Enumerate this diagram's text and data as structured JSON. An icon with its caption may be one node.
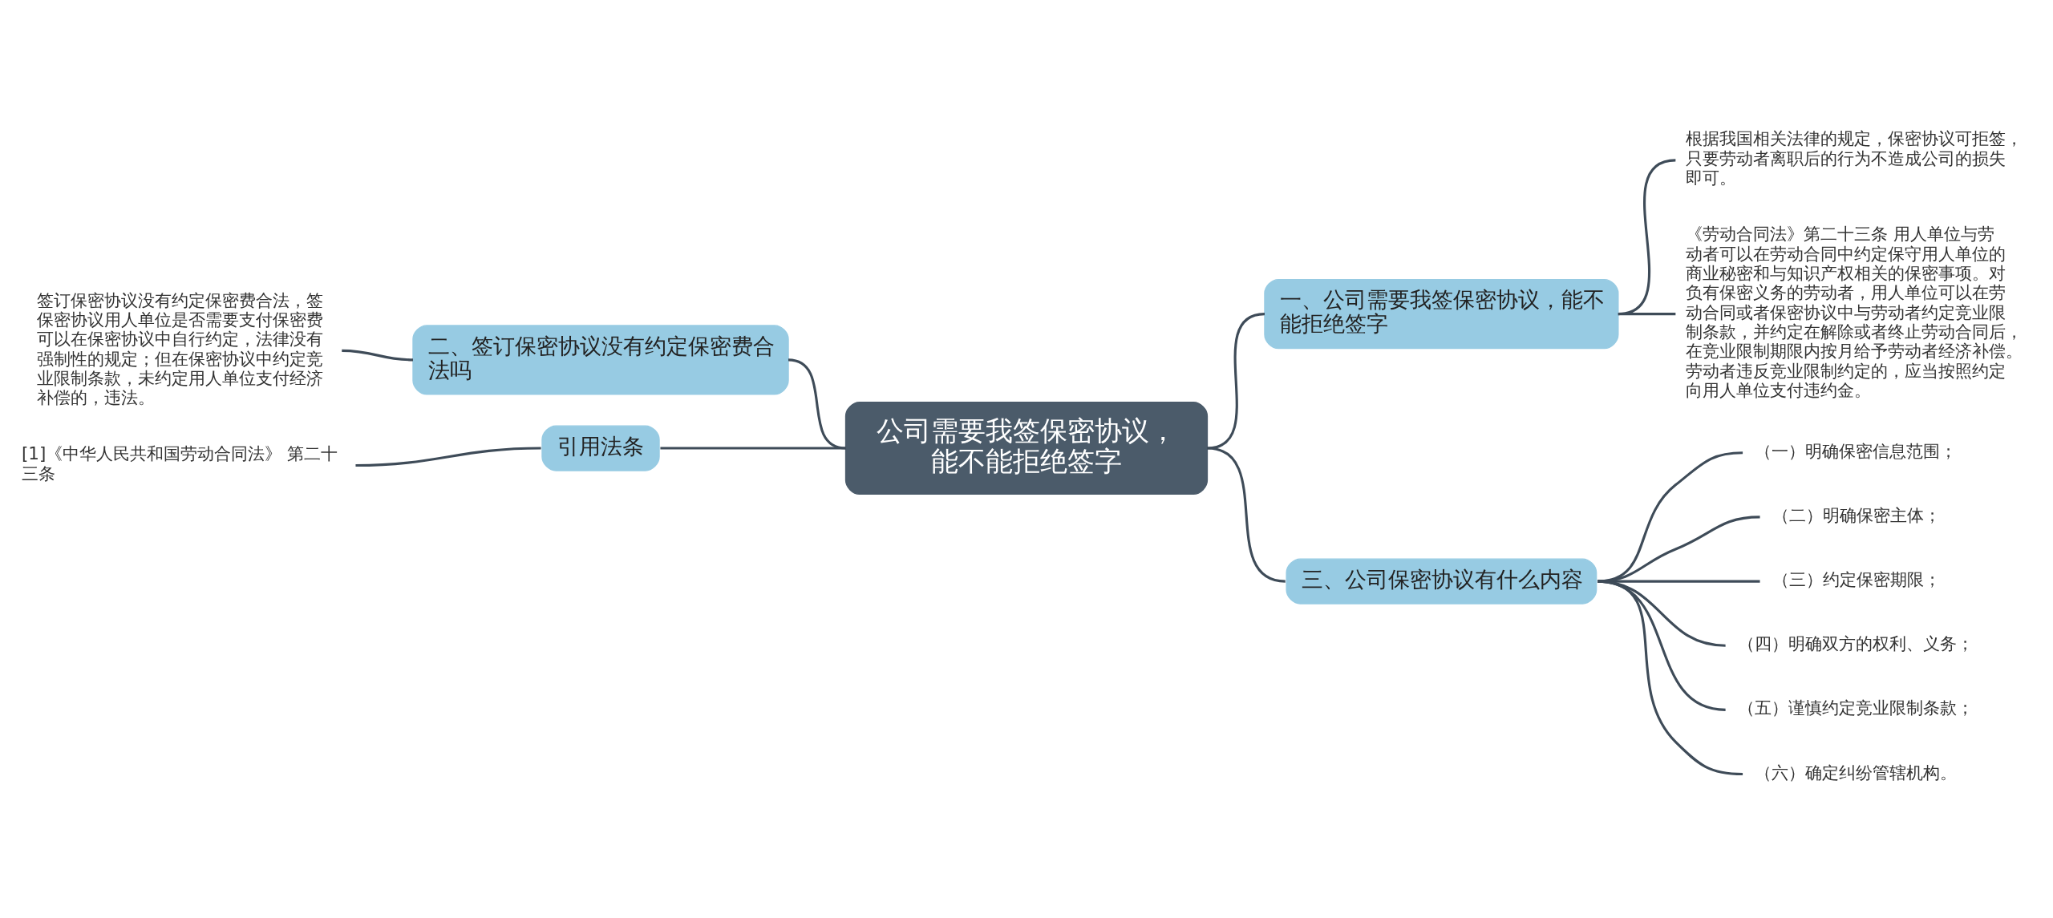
{
  "diagram": {
    "nodes": [
      {
        "text": [
          "公司需要我签保密协议，能不能拒绝签字"
        ]
      },
      {
        "text": [
          "一、公司需要我签保密协议，能不能拒绝签字"
        ]
      },
      {
        "text": [
          "根据我国相关法律的规定，保密协议可拒签，只要劳动者离职后的行为不造成公司的损失即可。"
        ]
      },
      {
        "text": [
          "《劳动合同法》第二十三条 用人单位与劳动者可以在劳动合同中约定保守用人单位的商业秘密和与知识产权相关的保密事项。对负有保密义务的劳动者，用人单位可以在劳动合同或者保密协议中与劳动者约定竞业限制条款，并约定在解除或者终止劳动合同后，在竞业限制期限内按月给予劳动者经济补偿。劳动者违反竞业限制约定的，应当按照约定向用人单位支付违约金。"
        ]
      },
      {
        "text": [
          "三、公司保密协议有什么内容"
        ]
      },
      {
        "text": [
          "（一）明确保密信息范围；"
        ]
      },
      {
        "text": [
          "（二）明确保密主体；"
        ]
      },
      {
        "text": [
          "（三）约定保密期限；"
        ]
      },
      {
        "text": [
          "（四）明确双方的权利、义务；"
        ]
      },
      {
        "text": [
          "（五）谨慎约定竞业限制条款；"
        ]
      },
      {
        "text": [
          "（六）确定纠纷管辖机构。"
        ]
      },
      {
        "text": [
          "二、签订保密协议没有约定保密费合法吗"
        ]
      },
      {
        "text": [
          "签订保密协议没有约定保密费合法，签保密协议用人单位是否需要支付保密费可以在保密协议中自行约定，法律没有强制性的规定；但在保密协议中约定竞业限制条款，未约定用人单位支付经济补偿的，违法。"
        ]
      },
      {
        "text": [
          "引用法条"
        ]
      },
      {
        "text": [
          "[1]《中华人民共和国劳动合同法》 第二十三条"
        ]
      }
    ],
    "edges": [
      {
        "from": 0,
        "to": 1,
        "arrow": "none"
      },
      {
        "from": 1,
        "to": 2,
        "arrow": "none"
      },
      {
        "from": 1,
        "to": 3,
        "arrow": "none"
      },
      {
        "from": 0,
        "to": 4,
        "arrow": "none"
      },
      {
        "from": 4,
        "to": 5,
        "arrow": "none"
      },
      {
        "from": 4,
        "to": 6,
        "arrow": "none"
      },
      {
        "from": 4,
        "to": 7,
        "arrow": "none"
      },
      {
        "from": 4,
        "to": 8,
        "arrow": "none"
      },
      {
        "from": 4,
        "to": 9,
        "arrow": "none"
      },
      {
        "from": 4,
        "to": 10,
        "arrow": "none"
      },
      {
        "from": 0,
        "to": 11,
        "arrow": "none"
      },
      {
        "from": 11,
        "to": 12,
        "arrow": "none"
      },
      {
        "from": 0,
        "to": 13,
        "arrow": "none"
      },
      {
        "from": 13,
        "to": 14,
        "arrow": "none"
      }
    ]
  }
}
